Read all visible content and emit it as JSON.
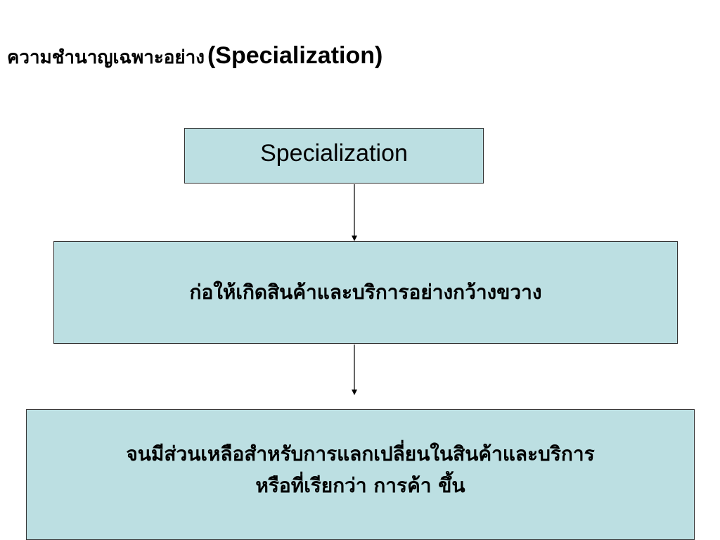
{
  "title": {
    "thai": "ความชำนาญเฉพาะอย่าง",
    "english": "(Specialization)"
  },
  "nodes": {
    "top": {
      "label": "Specialization"
    },
    "middle": {
      "label": "ก่อให้เกิดสินค้าและบริการอย่างกว้างขวาง"
    },
    "bottom": {
      "line1": "จนมีส่วนเหลือสำหรับการแลกเปลี่ยนในสินค้าและบริการ",
      "line2": "หรือที่เรียกว่า การค้า ขึ้น"
    }
  },
  "colors": {
    "box_fill": "#bcdfe2",
    "arrow": "#000000"
  }
}
